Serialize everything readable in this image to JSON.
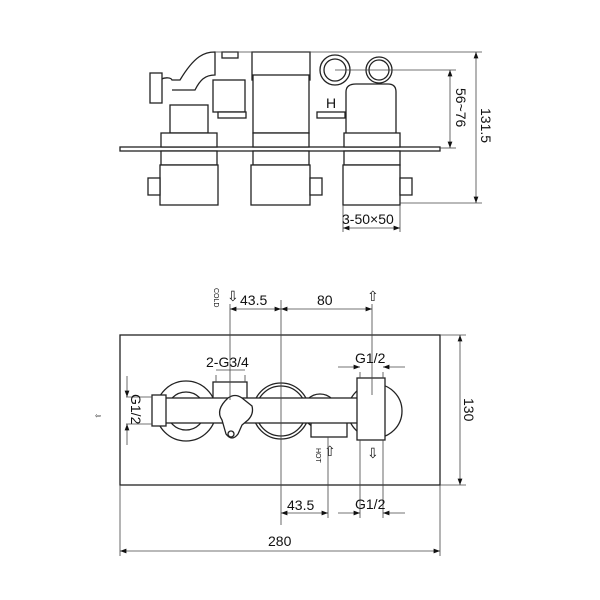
{
  "side_view": {
    "mark_hot": "H",
    "dim_inlet_depth": "56~76",
    "dim_total_depth": "131.5",
    "dim_handle_size": "3-50×50"
  },
  "front_view": {
    "dim_cold_offset": "43.5",
    "dim_outlet_spacing": "80",
    "dim_hot_offset": "43.5",
    "dim_height": "130",
    "dim_width": "280",
    "label_inlet_thread": "2-G3/4",
    "label_outlet_top": "G1/2",
    "label_outlet_bottom": "G1/2",
    "label_outlet_left": "G1/2",
    "label_cold": "COLD",
    "label_hot": "HOT"
  }
}
